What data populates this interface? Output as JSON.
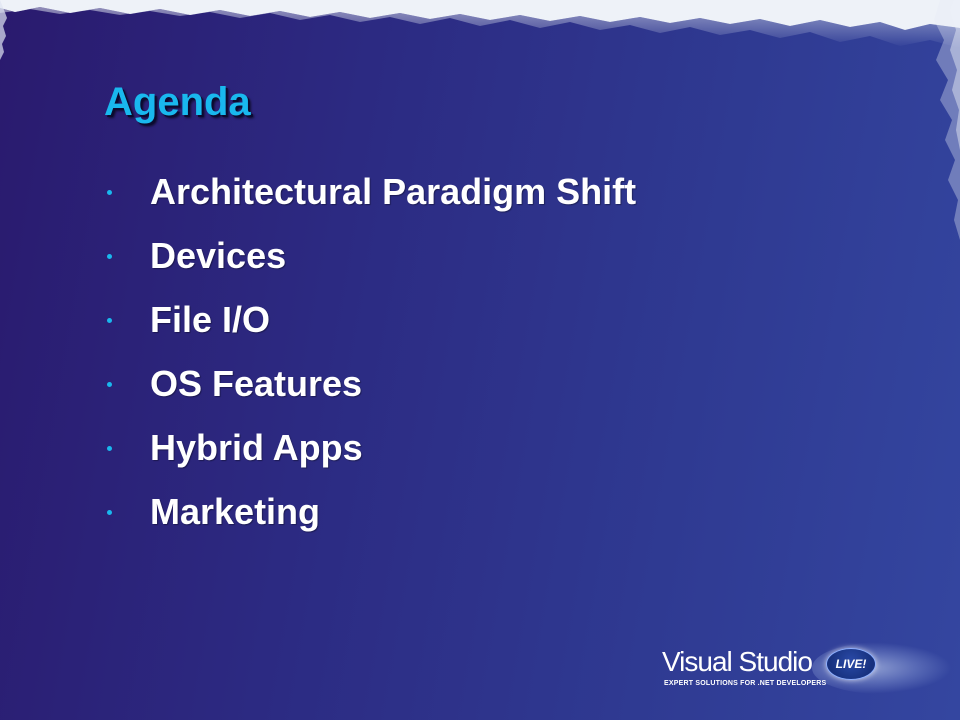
{
  "slide": {
    "title": "Agenda",
    "bullets": [
      "Architectural Paradigm Shift",
      "Devices",
      "File I/O",
      "OS Features",
      "Hybrid Apps",
      "Marketing"
    ],
    "logo": {
      "name": "Visual Studio",
      "badge": "LIVE!",
      "tagline": "EXPERT SOLUTIONS FOR .NET DEVELOPERS"
    }
  },
  "colors": {
    "background": "#2c2a82",
    "title": "#19b8ee",
    "bullet_text": "#ffffff",
    "bullet_dot": "#19b8ee"
  }
}
